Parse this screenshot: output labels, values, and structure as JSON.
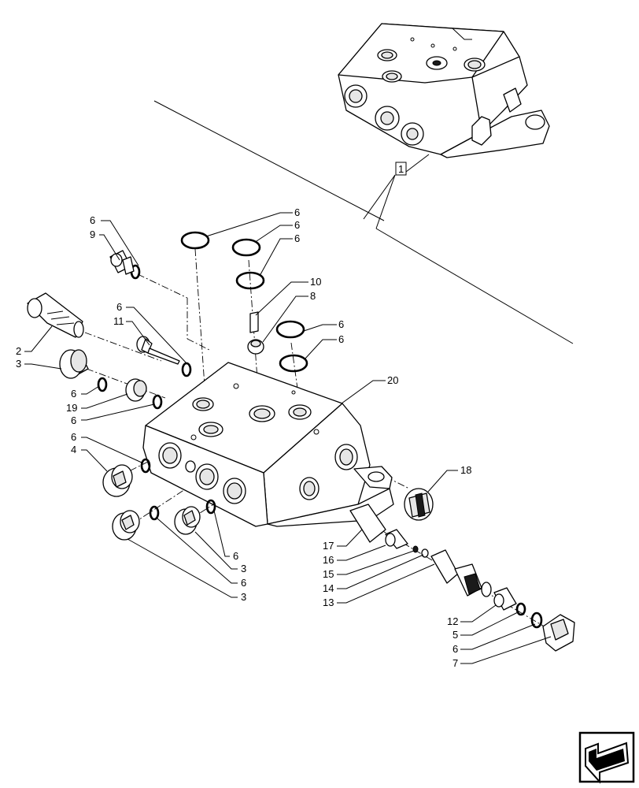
{
  "callouts": [
    {
      "id": "c-1-box",
      "text": "1"
    },
    {
      "id": "c-6a",
      "text": "6"
    },
    {
      "id": "c-9",
      "text": "9"
    },
    {
      "id": "c-6b",
      "text": "6"
    },
    {
      "id": "c-6c",
      "text": "6"
    },
    {
      "id": "c-6d",
      "text": "6"
    },
    {
      "id": "c-10",
      "text": "10"
    },
    {
      "id": "c-8",
      "text": "8"
    },
    {
      "id": "c-6e",
      "text": "6"
    },
    {
      "id": "c-6f",
      "text": "6"
    },
    {
      "id": "c-6g",
      "text": "6"
    },
    {
      "id": "c-11",
      "text": "11"
    },
    {
      "id": "c-2",
      "text": "2"
    },
    {
      "id": "c-3a",
      "text": "3"
    },
    {
      "id": "c-6h",
      "text": "6"
    },
    {
      "id": "c-19",
      "text": "19"
    },
    {
      "id": "c-6i",
      "text": "6"
    },
    {
      "id": "c-20",
      "text": "20"
    },
    {
      "id": "c-6j",
      "text": "6"
    },
    {
      "id": "c-4",
      "text": "4"
    },
    {
      "id": "c-18",
      "text": "18"
    },
    {
      "id": "c-6k",
      "text": "6"
    },
    {
      "id": "c-3b",
      "text": "3"
    },
    {
      "id": "c-6l",
      "text": "6"
    },
    {
      "id": "c-3c",
      "text": "3"
    },
    {
      "id": "c-17",
      "text": "17"
    },
    {
      "id": "c-16",
      "text": "16"
    },
    {
      "id": "c-15",
      "text": "15"
    },
    {
      "id": "c-14",
      "text": "14"
    },
    {
      "id": "c-13",
      "text": "13"
    },
    {
      "id": "c-12",
      "text": "12"
    },
    {
      "id": "c-5",
      "text": "5"
    },
    {
      "id": "c-6m",
      "text": "6"
    },
    {
      "id": "c-7",
      "text": "7"
    }
  ],
  "icons": {
    "nav": "next-page-arrow-icon"
  }
}
